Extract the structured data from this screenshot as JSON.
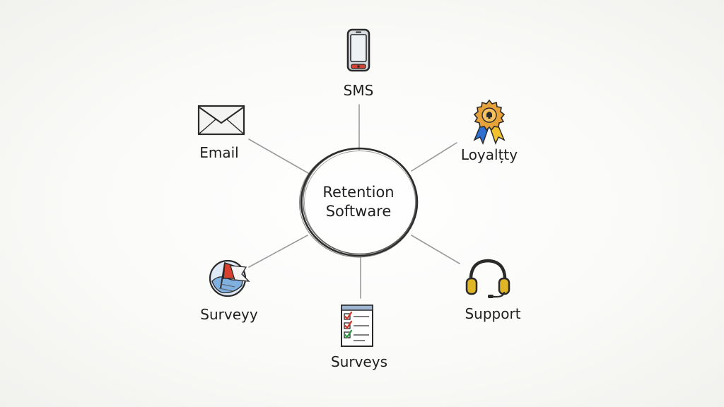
{
  "center": {
    "line1": "Retention",
    "line2": "Software"
  },
  "nodes": [
    {
      "id": "sms",
      "label": "SMS",
      "icon": "phone-icon"
    },
    {
      "id": "loyalty",
      "label": "Loyalțty",
      "icon": "award-ribbon-icon"
    },
    {
      "id": "support",
      "label": "Support",
      "icon": "headset-icon"
    },
    {
      "id": "surveys",
      "label": "Surveys",
      "icon": "checklist-icon"
    },
    {
      "id": "surveyy",
      "label": "Surveyy",
      "icon": "globe-flag-icon"
    },
    {
      "id": "email",
      "label": "Email",
      "icon": "envelope-icon"
    }
  ],
  "colors": {
    "ink": "#2a2a2a",
    "medal_gold": "#e8a23a",
    "ribbon_blue": "#2f6fd1",
    "ribbon_yellow": "#f2c12e",
    "check_red": "#d33a2c",
    "check_green": "#2f9b45",
    "flag_red": "#d8402f",
    "globe_blue": "#7fb0e0"
  }
}
